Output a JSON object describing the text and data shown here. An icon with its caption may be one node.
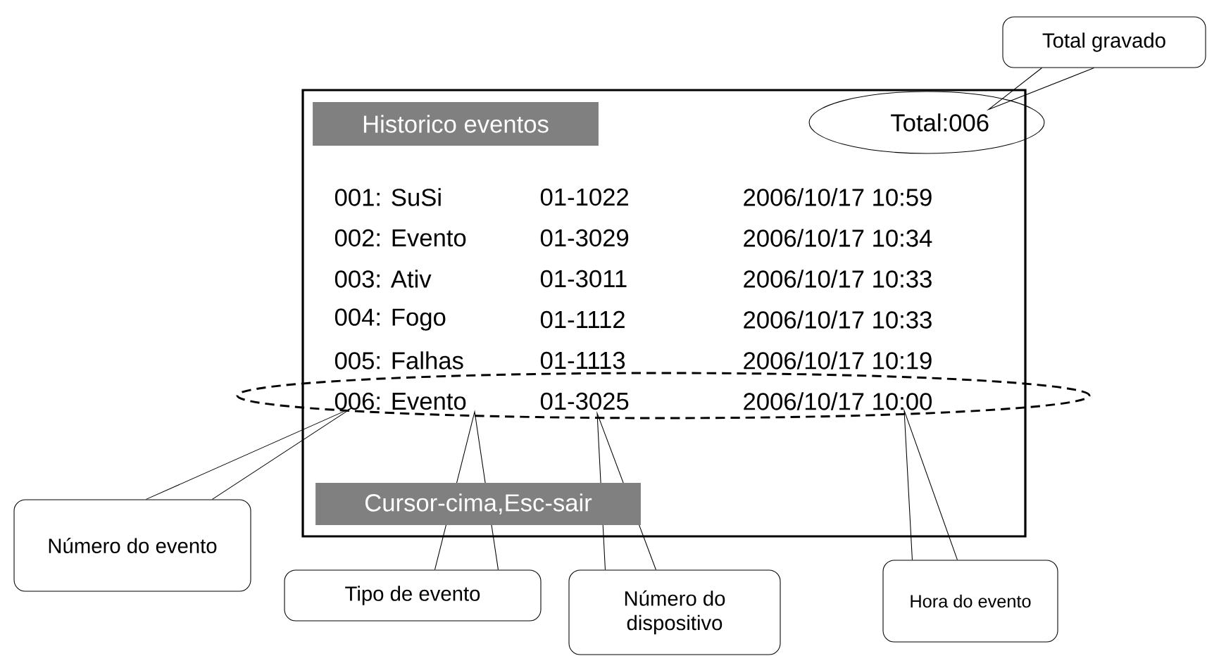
{
  "diagram": {
    "nodes": [
      {
        "text": [
          "Total:006"
        ]
      },
      {
        "text": [],
        "shape": "ellipse"
      },
      {
        "text": [
          "Total gravado"
        ]
      },
      {
        "text": [
          "Número do evento"
        ]
      },
      {
        "text": [
          "Tipo de evento"
        ]
      },
      {
        "text": [
          "Número do dispositivo"
        ]
      },
      {
        "text": [
          "Hora do evento"
        ]
      }
    ],
    "edges": [
      {
        "from": 2,
        "to": 0,
        "arrow": "none"
      },
      {
        "from": 3,
        "to": 1,
        "arrow": "none"
      },
      {
        "from": 4,
        "to": 1,
        "arrow": "none"
      },
      {
        "from": 5,
        "to": 1,
        "arrow": "none"
      },
      {
        "from": 6,
        "to": 1,
        "arrow": "none"
      }
    ],
    "labels": [
      "Historico eventos",
      "001: SuSi",
      "01-1022",
      "2006/10/17 10:59",
      "002: Evento",
      "01-3029",
      "2006/10/17 10:34",
      "003: Ativ",
      "01-3011",
      "2006/10/17 10:33",
      "004: Fogo",
      "01-1112",
      "2006/10/17 10:33",
      "005: Falhas",
      "01-1113",
      "2006/10/17 10:19",
      "006: Evento",
      "01-3025",
      "2006/10/17 10:00",
      "Cursor-cima,Esc-sair"
    ]
  }
}
